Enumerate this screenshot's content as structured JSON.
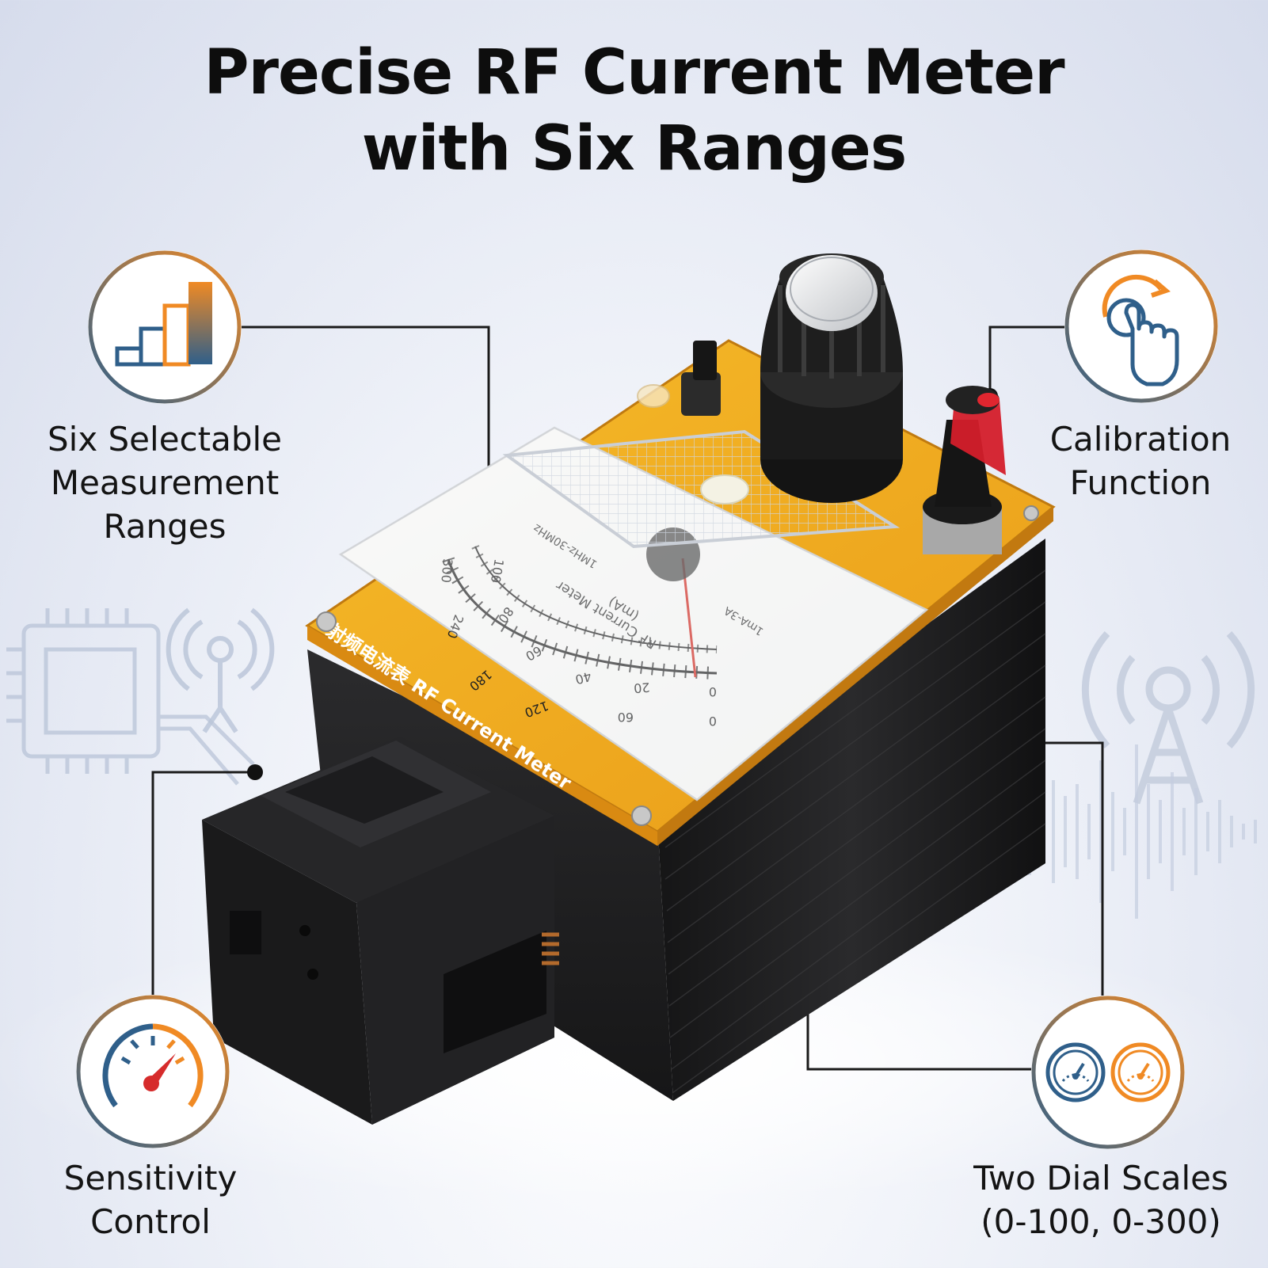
{
  "title": {
    "line1": "Precise RF Current Meter",
    "line2": "with Six Ranges"
  },
  "features": [
    {
      "id": "ranges",
      "icon": "bar-chart-icon",
      "lines": [
        "Six Selectable",
        "Measurement",
        "Ranges"
      ]
    },
    {
      "id": "calibration",
      "icon": "rotate-knob-hand-icon",
      "lines": [
        "Calibration",
        "Function"
      ]
    },
    {
      "id": "sensitivity",
      "icon": "gauge-icon",
      "lines": [
        "Sensitivity",
        "Control"
      ]
    },
    {
      "id": "dials",
      "icon": "two-dials-icon",
      "lines": [
        "Two Dial Scales",
        "(0-100, 0-300)"
      ]
    }
  ],
  "device": {
    "panel_label": "射频电流表 RF Current Meter",
    "meter": {
      "name": "RF Current Meter",
      "unit": "(mA)",
      "range_note": "1mA-3A",
      "freq_note": "1MHz-30MHz",
      "scale_outer": [
        "0",
        "60",
        "120",
        "180",
        "240",
        "300"
      ],
      "scale_inner": [
        "0",
        "20",
        "40",
        "60",
        "80",
        "100"
      ],
      "scale_top": "300"
    }
  },
  "colors": {
    "accent_orange": "#f08a24",
    "accent_blue": "#2f5f8a",
    "board_yellow": "#f2ad1f",
    "enclosure_black": "#1b1b1c"
  }
}
